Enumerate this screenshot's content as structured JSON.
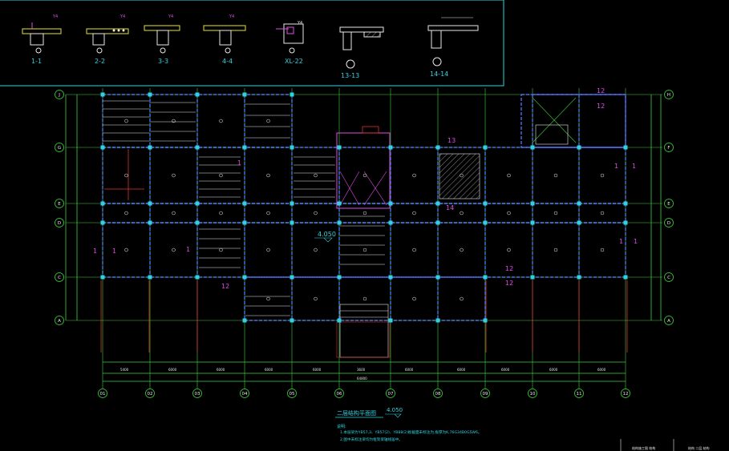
{
  "colors": {
    "background": "#000000",
    "grid": "#3cd23c",
    "beam": "#4a6ee8",
    "section": "#2fd3e0",
    "magenta": "#e24be8",
    "red": "#e23030",
    "yellow": "#e6e62a",
    "white": "#e8e8e8"
  },
  "sections": [
    {
      "label": "1-1"
    },
    {
      "label": "2-2"
    },
    {
      "label": "3-3"
    },
    {
      "label": "4-4"
    },
    {
      "label": "XL-22"
    },
    {
      "label": "13-13"
    },
    {
      "label": "14-14"
    }
  ],
  "col_axes": [
    "01",
    "02",
    "03",
    "04",
    "05",
    "06",
    "07",
    "08",
    "09",
    "10",
    "11",
    "12"
  ],
  "row_axes_left": [
    "J",
    "G",
    "E",
    "D",
    "C",
    "A"
  ],
  "row_axes_right": [
    "H",
    "F",
    "E",
    "D",
    "C",
    "A"
  ],
  "elevation": "4.050",
  "plan_title": "二层结构平面图",
  "title_elevation": "4.050",
  "notes_label": "说明:",
  "notes": [
    "1.本层梁为YB57,3、YB57(2)、YB88(2)板截面未标注为,板厚为K,76G34B0G5W6。",
    "2.图中未标注梁均为框架梁轴线居中。"
  ],
  "stamp_left": "结构施工图 结构",
  "stamp_right": "结构 二层 结构"
}
